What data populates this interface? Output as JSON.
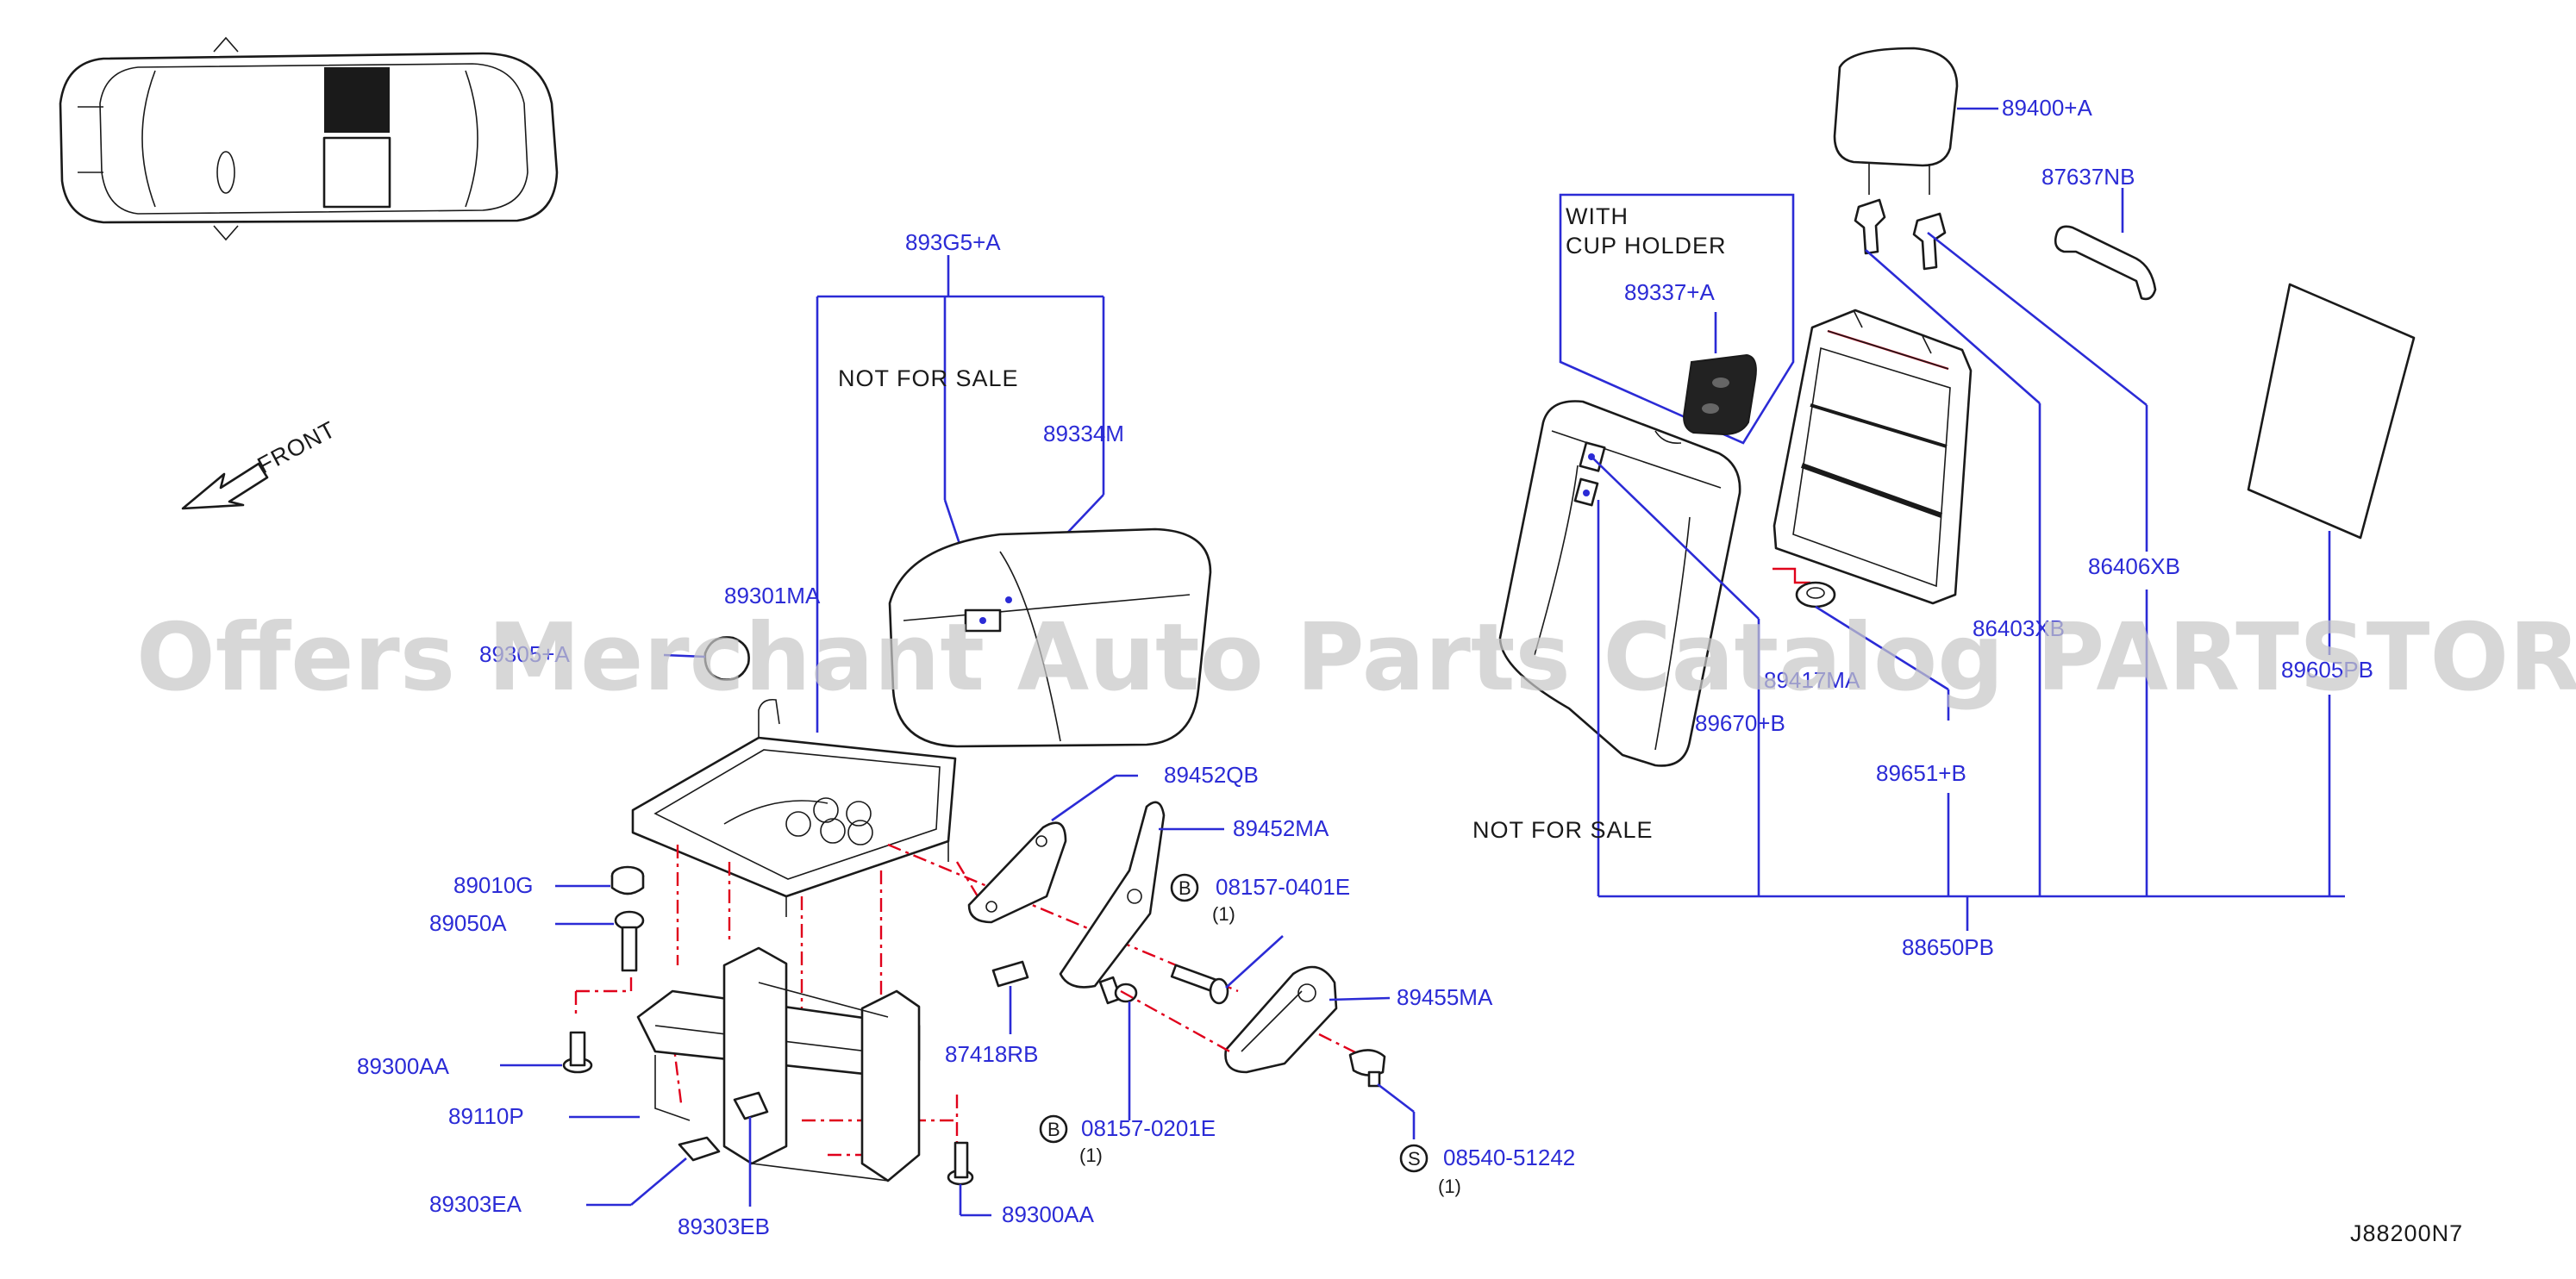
{
  "diagram": {
    "code": "J88200N7",
    "front_label": "FRONT",
    "watermark": "Offers Merchant Auto Parts Catalog PARTSTORE.SA",
    "notes": {
      "not_for_sale_left": "NOT   FOR   SALE",
      "not_for_sale_right": "NOT   FOR   SALE",
      "with": "WITH",
      "cup_holder": "CUP   HOLDER"
    },
    "parts": {
      "p893G5A": "893G5+A",
      "p89334M": "89334M",
      "p89301MA": "89301MA",
      "p89305A": "89305+A",
      "p89452QB": "89452QB",
      "p89452MA": "89452MA",
      "p08157_0401E": "08157-0401E",
      "p89010G": "89010G",
      "p89050A": "89050A",
      "p89300AA_left": "89300AA",
      "p89110P": "89110P",
      "p89303EA": "89303EA",
      "p89303EB": "89303EB",
      "p89300AA_bottom": "89300AA",
      "p87418RB": "87418RB",
      "p08157_0201E": "08157-0201E",
      "p89455MA": "89455MA",
      "p08540_51242": "08540-51242",
      "p89400A": "89400+A",
      "p87637NB": "87637NB",
      "p89337A": "89337+A",
      "p86406XB": "86406XB",
      "p86403XB": "86403XB",
      "p89605PB": "89605PB",
      "p89417MA": "89417MA",
      "p89670B": "89670+B",
      "p89651B": "89651+B",
      "p88650PB": "88650PB"
    },
    "circle_codes": {
      "b1": "B",
      "b2": "B",
      "s1": "S"
    },
    "quantities": {
      "q1": "(1)",
      "q2": "(1)",
      "q3": "(1)"
    }
  }
}
